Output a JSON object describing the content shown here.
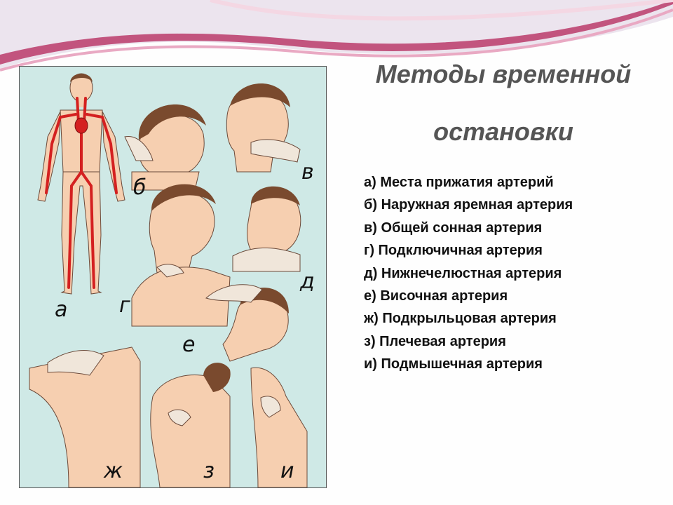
{
  "slide": {
    "title_line1": "Методы временной",
    "title_line2": "остановки",
    "methods": [
      "а) Места прижатия артерий",
      "б) Наружная яремная артерия",
      "в) Общей сонная артерия",
      "г) Подключичная артерия",
      "д) Нижнечелюстная артерия",
      "е) Височная артерия",
      "ж) Подкрыльцовая артерия",
      "з) Плечевая артерия",
      "и) Подмышечная артерия"
    ]
  },
  "figure": {
    "labels": {
      "a": "а",
      "b": "б",
      "v": "в",
      "g": "г",
      "d": "д",
      "e": "е",
      "zh": "ж",
      "z": "з",
      "i": "и"
    }
  },
  "colors": {
    "panel_bg": "#cfe9e6",
    "skin": "#f6cfb0",
    "hair": "#7a4a2e",
    "artery": "#d42020",
    "swoosh": "#c2547e"
  }
}
